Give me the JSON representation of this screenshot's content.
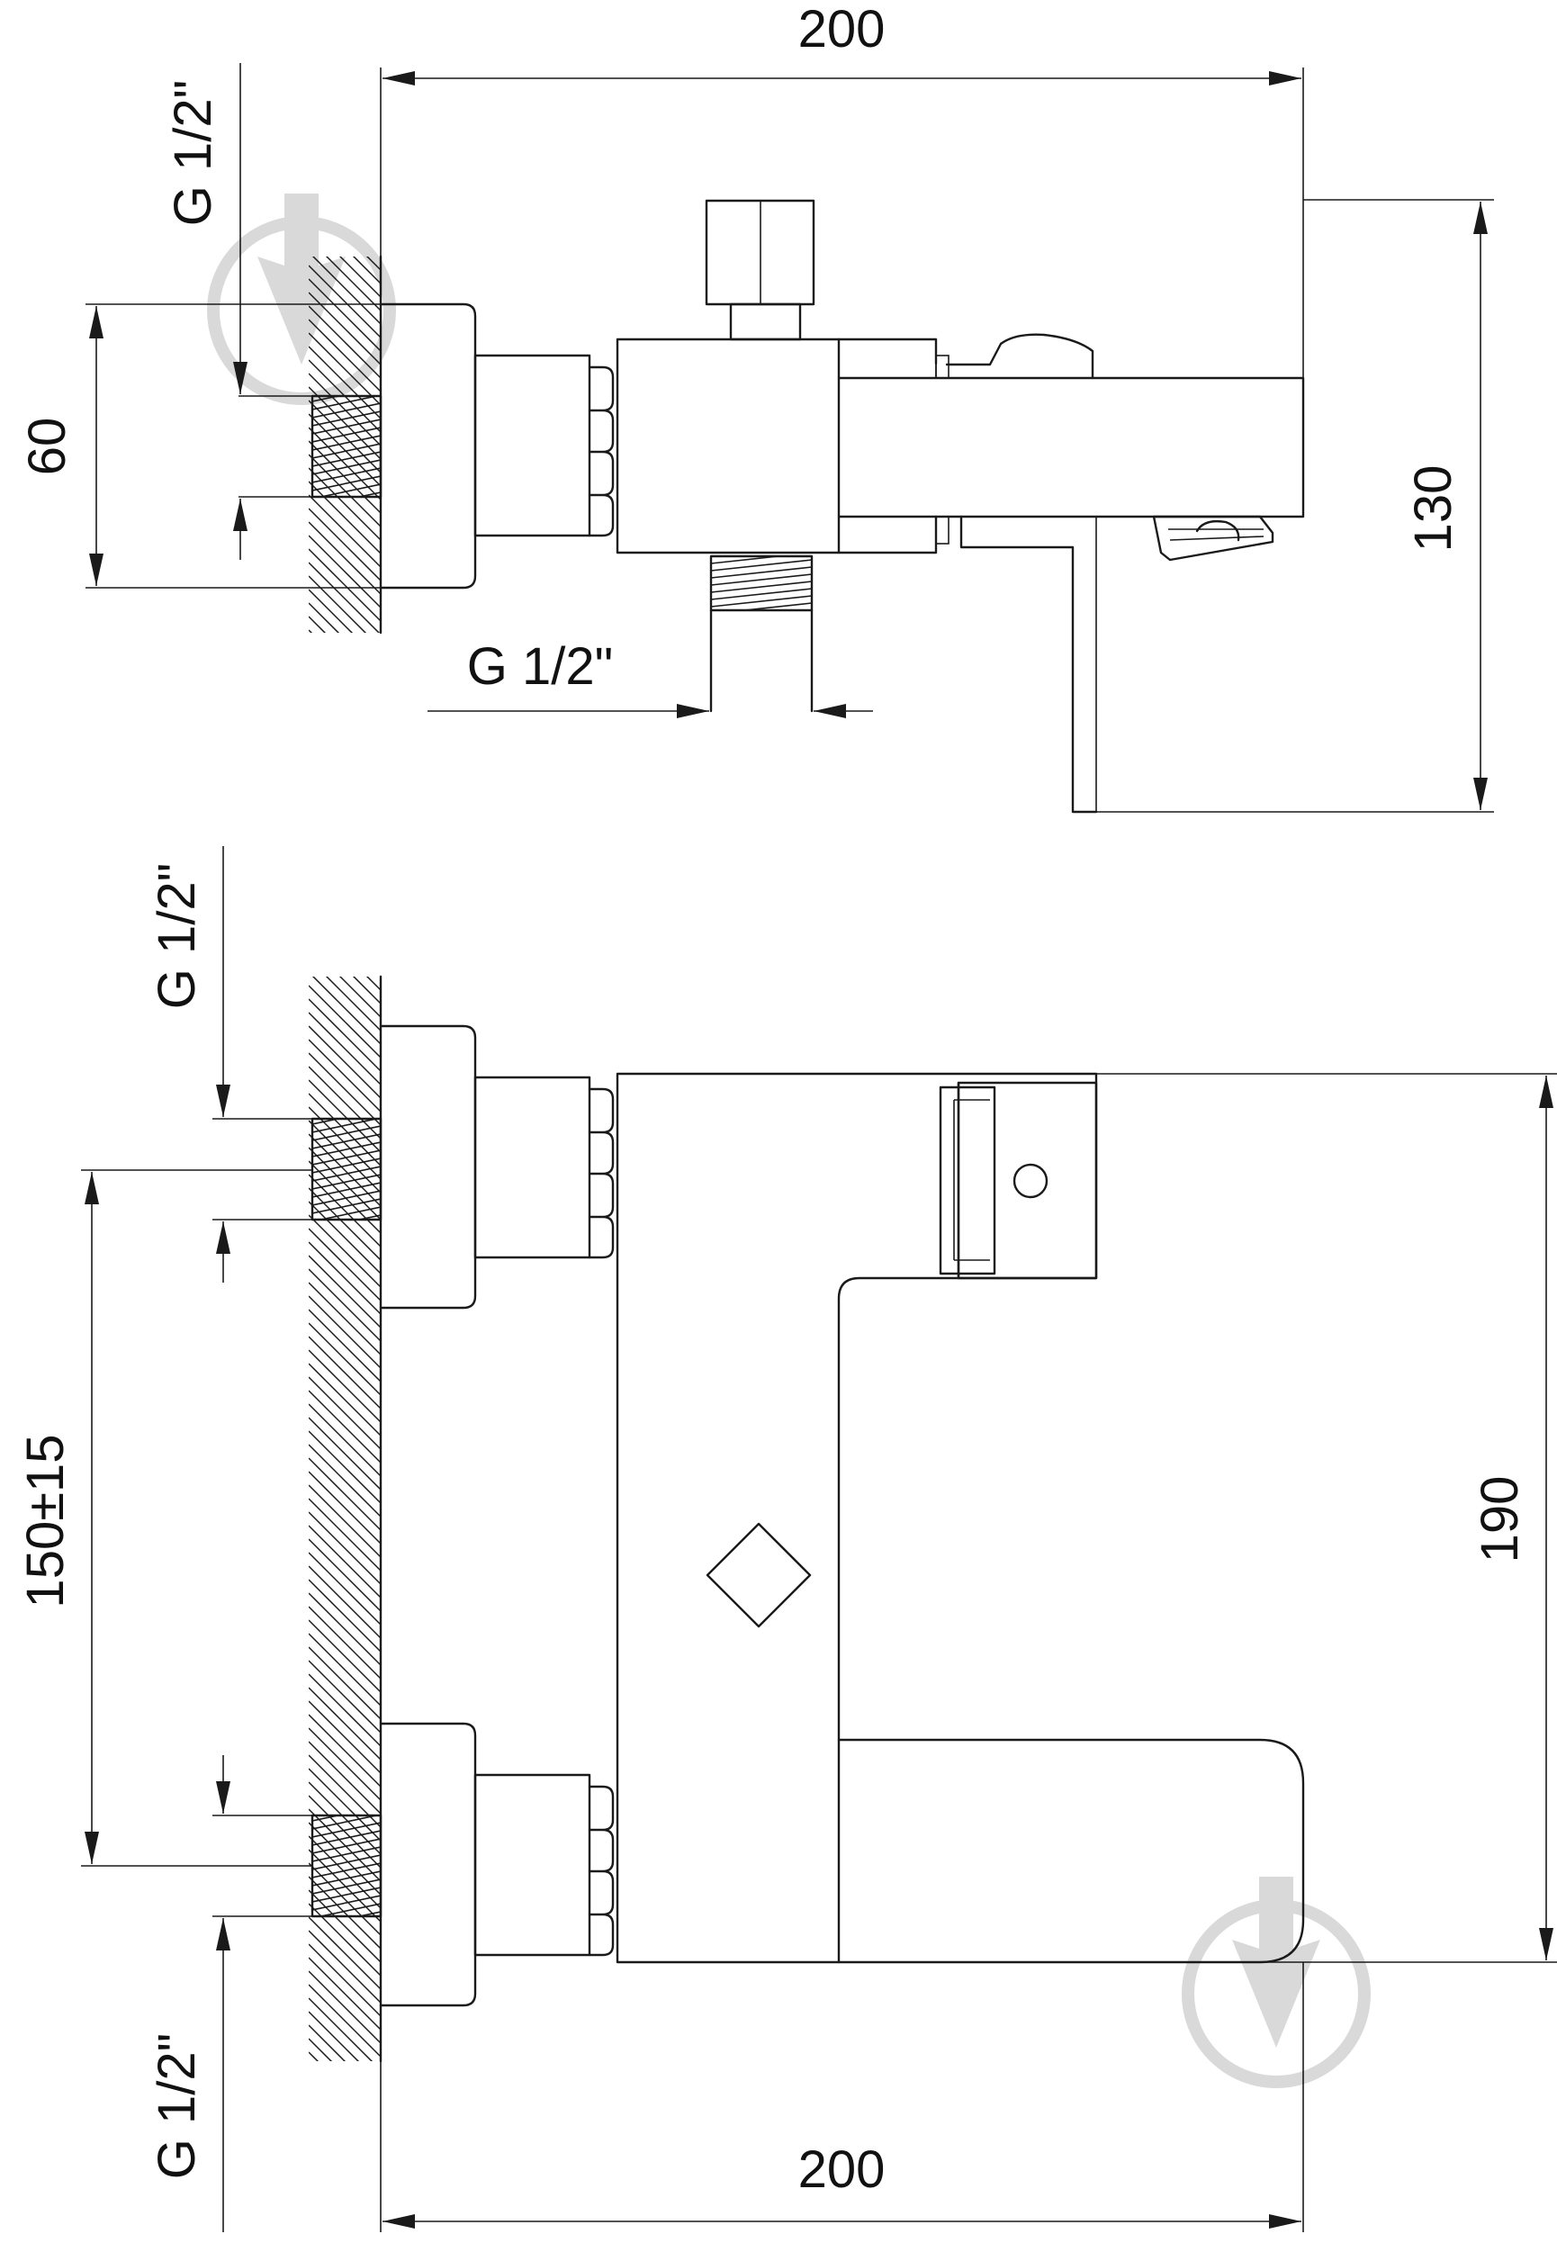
{
  "top_view": {
    "dim_width": "200",
    "dim_height": "130",
    "dim_pitch": "60",
    "thread_side": "G 1/2\"",
    "thread_bottom": "G 1/2\""
  },
  "front_view": {
    "dim_width": "200",
    "dim_height": "190",
    "dim_spacing": "150±15",
    "thread_upper": "G 1/2\"",
    "thread_lower": "G 1/2\""
  },
  "colors": {
    "line": "#1a1a1a",
    "watermark": "#d9d9d9"
  }
}
